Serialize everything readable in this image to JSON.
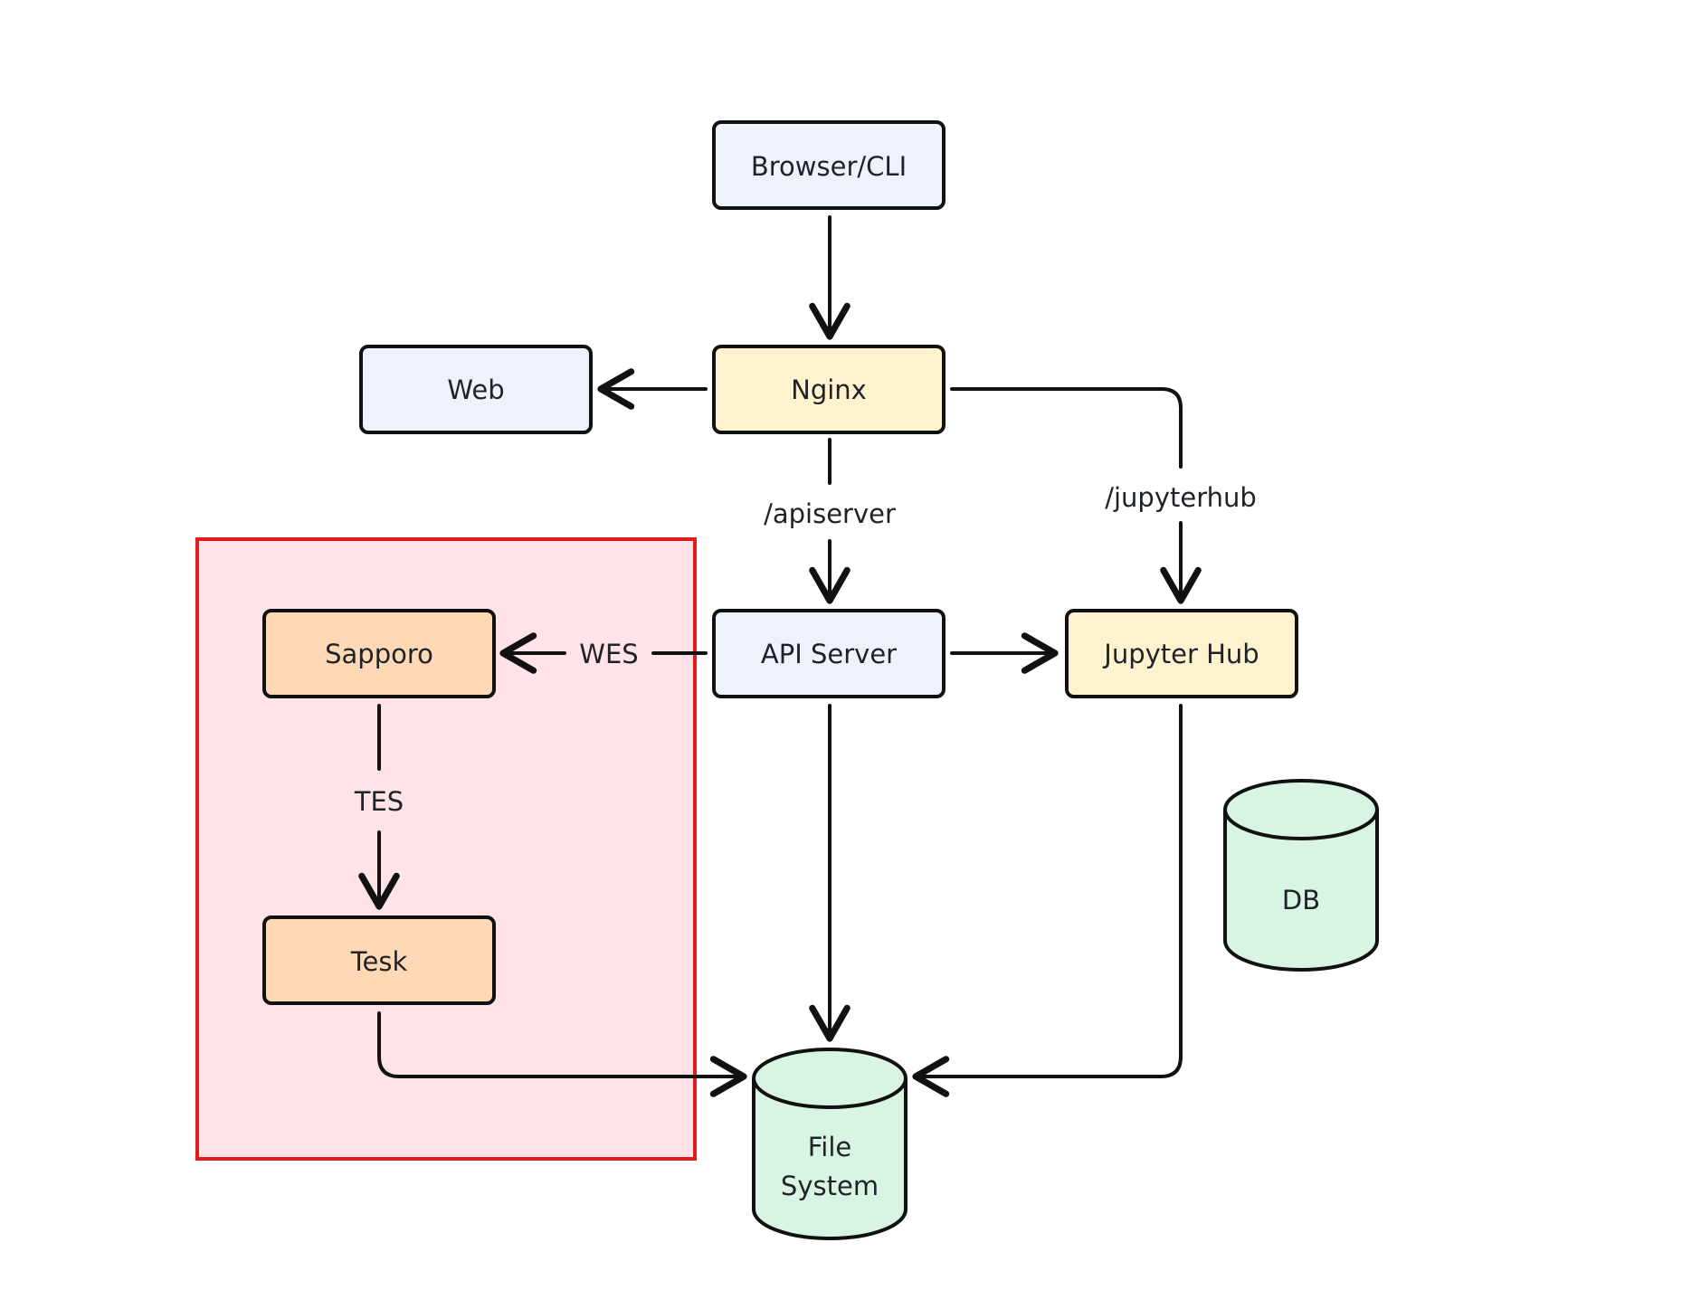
{
  "nodes": {
    "browser_cli": "Browser/CLI",
    "nginx": "Nginx",
    "web": "Web",
    "api_server": "API Server",
    "jupyter_hub": "Jupyter Hub",
    "sapporo": "Sapporo",
    "tesk": "Tesk",
    "db": "DB",
    "file_system_line1": "File",
    "file_system_line2": "System"
  },
  "edges": {
    "apiserver": "/apiserver",
    "jupyterhub": "/jupyterhub",
    "wes": "WES",
    "tes": "TES"
  },
  "colors": {
    "blue_fill": "#eef3fb",
    "yellow_fill": "#fff3cf",
    "orange_fill": "#ffd9b5",
    "green_fill": "#d8f4e3",
    "highlight_fill": "#ffe3e6",
    "highlight_border": "#e41b1b",
    "stroke": "#111111"
  }
}
